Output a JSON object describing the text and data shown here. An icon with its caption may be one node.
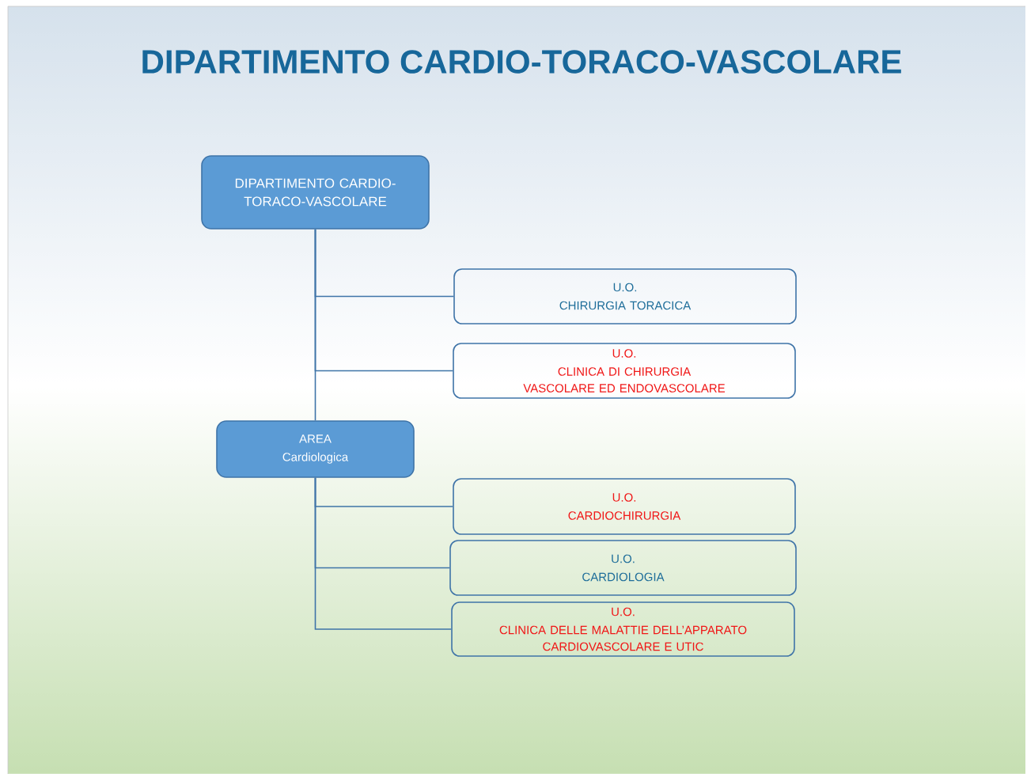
{
  "diagram": {
    "title": "DIPARTIMENTO CARDIO-TORACO-VASCOLARE",
    "nodes": [
      {
        "text": [
          "DIPARTIMENTO CARDIO-TORACO-VASCOLARE"
        ]
      },
      {
        "text": [
          "U.O.",
          "CHIRURGIA TORACICA"
        ]
      },
      {
        "text": [
          "U.O.",
          "CLINICA DI CHIRURGIA VASCOLARE ED ENDOVASCOLARE"
        ]
      },
      {
        "text": [
          "AREA",
          "Cardiologica"
        ]
      },
      {
        "text": [
          "U.O.",
          "CARDIOCHIRURGIA"
        ]
      },
      {
        "text": [
          "U.O.",
          "CARDIOLOGIA"
        ]
      },
      {
        "text": [
          "U.O.",
          "CLINICA DELLE MALATTIE DELL’APPARATO CARDIOVASCOLARE E UTIC"
        ]
      }
    ],
    "edges": [
      {
        "from": 0,
        "to": 1,
        "arrow": "none"
      },
      {
        "from": 0,
        "to": 2,
        "arrow": "none"
      },
      {
        "from": 0,
        "to": 3,
        "arrow": "none"
      },
      {
        "from": 3,
        "to": 4,
        "arrow": "none"
      },
      {
        "from": 3,
        "to": 5,
        "arrow": "none"
      },
      {
        "from": 3,
        "to": 6,
        "arrow": "none"
      }
    ]
  }
}
